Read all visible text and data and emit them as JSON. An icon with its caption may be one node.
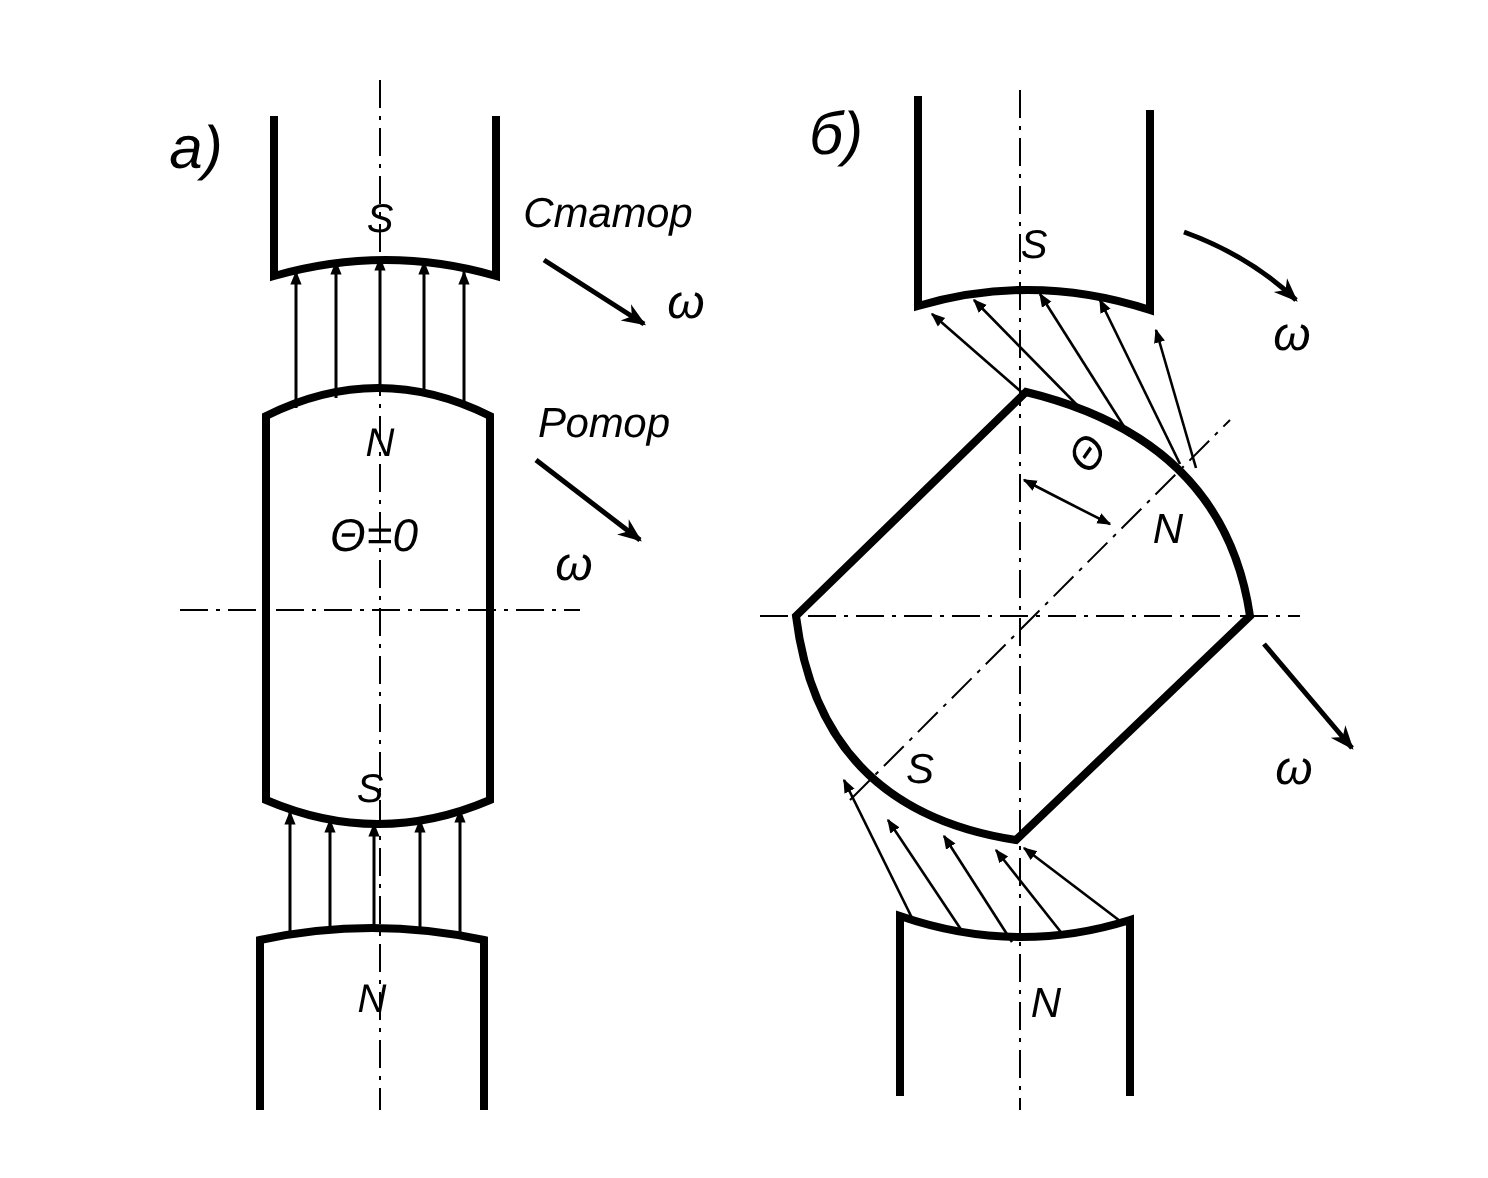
{
  "diagram": {
    "labels": [
      "а)",
      "S",
      "Статор",
      "ω",
      "N",
      "Ротор",
      "Θ=0",
      "ω",
      "S",
      "N",
      "б)",
      "S",
      "ω",
      "Θ",
      "N",
      "ω",
      "S",
      "N"
    ]
  }
}
